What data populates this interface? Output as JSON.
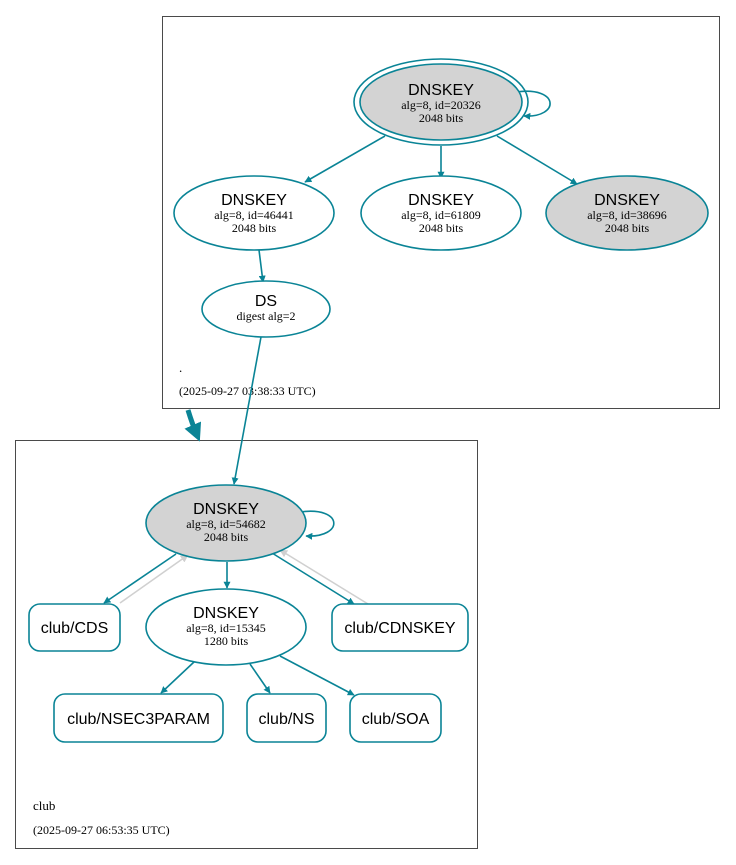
{
  "colors": {
    "edge": "#0a8496",
    "edge_muted": "#d0d0d0",
    "node_fill_gray": "#d3d3d3",
    "border": "#4a4a4a"
  },
  "zones": {
    "root": {
      "name": ".",
      "timestamp": "(2025-09-27 03:38:33 UTC)"
    },
    "club": {
      "name": "club",
      "timestamp": "(2025-09-27 06:53:35 UTC)"
    }
  },
  "nodes": {
    "root_ksk": {
      "title": "DNSKEY",
      "line1": "alg=8, id=20326",
      "line2": "2048 bits"
    },
    "root_zsk_46441": {
      "title": "DNSKEY",
      "line1": "alg=8, id=46441",
      "line2": "2048 bits"
    },
    "root_zsk_61809": {
      "title": "DNSKEY",
      "line1": "alg=8, id=61809",
      "line2": "2048 bits"
    },
    "root_key_38696": {
      "title": "DNSKEY",
      "line1": "alg=8, id=38696",
      "line2": "2048 bits"
    },
    "root_ds": {
      "title": "DS",
      "line1": "digest alg=2"
    },
    "club_ksk": {
      "title": "DNSKEY",
      "line1": "alg=8, id=54682",
      "line2": "2048 bits"
    },
    "club_zsk": {
      "title": "DNSKEY",
      "line1": "alg=8, id=15345",
      "line2": "1280 bits"
    },
    "club_cds": {
      "label": "club/CDS"
    },
    "club_cdnskey": {
      "label": "club/CDNSKEY"
    },
    "club_nsec3param": {
      "label": "club/NSEC3PARAM"
    },
    "club_ns": {
      "label": "club/NS"
    },
    "club_soa": {
      "label": "club/SOA"
    }
  }
}
